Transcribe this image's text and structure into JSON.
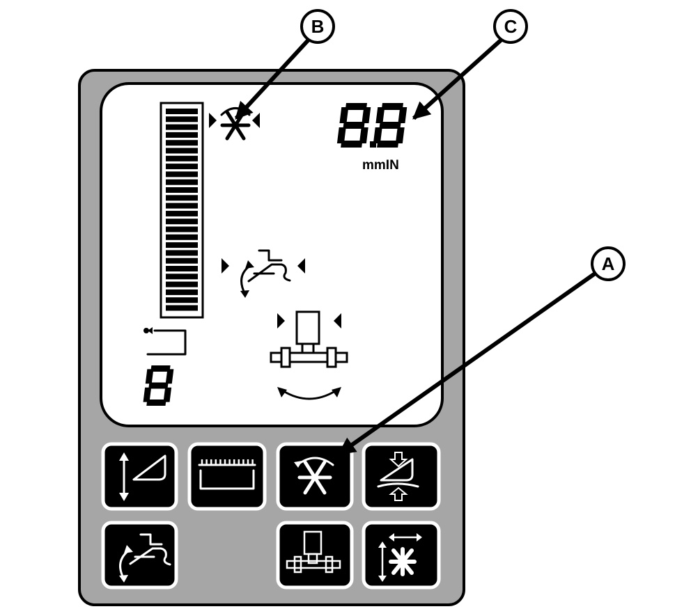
{
  "display": {
    "speed_readout": "8.8",
    "speed_unit": "mmIN",
    "position_digit": "8"
  },
  "callouts": [
    {
      "letter": "B"
    },
    {
      "letter": "C"
    },
    {
      "letter": "A"
    }
  ],
  "colors": {
    "housing": "#a6a6a6",
    "screen": "#ffffff",
    "ink": "#000000",
    "key_face": "#000000",
    "key_symbol": "#ffffff"
  },
  "icons": {
    "display": [
      "bar-graph-icon",
      "reel-speed-icon",
      "header-tilt-icon",
      "lateral-float-icon",
      "return-to-position-icon"
    ],
    "keys_top_row": [
      "header-height-key-icon",
      "cutterbar-key-icon",
      "reel-speed-key-icon",
      "ground-pressure-key-icon"
    ],
    "keys_bottom_row": [
      "header-tilt-key-icon",
      "lateral-float-key-icon",
      "reel-position-key-icon"
    ]
  }
}
